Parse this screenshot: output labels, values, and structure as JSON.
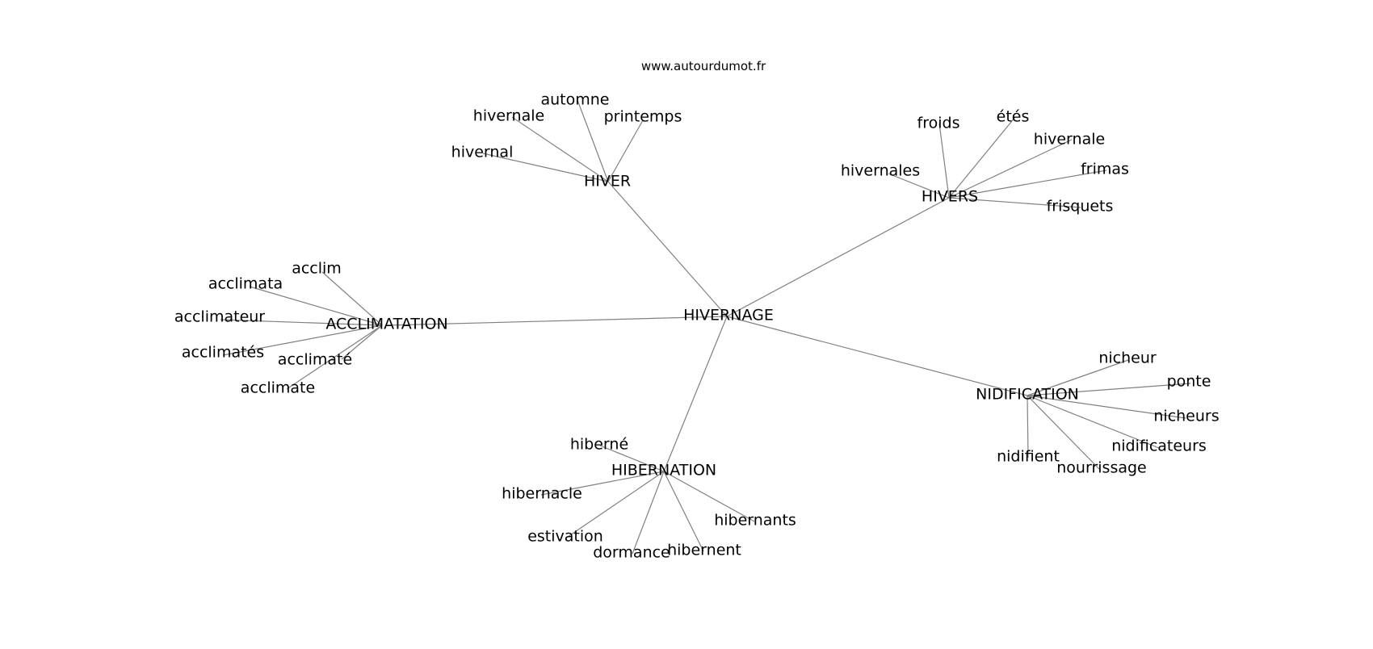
{
  "site": "www.autourdumot.fr",
  "center": "HIVERNAGE",
  "clusters": [
    {
      "hub": "HIVER",
      "words": [
        "automne",
        "hivernale",
        "printemps",
        "hivernal"
      ]
    },
    {
      "hub": "HIVERS",
      "words": [
        "froids",
        "étés",
        "hivernale",
        "hivernales",
        "frimas",
        "frisquets"
      ]
    },
    {
      "hub": "ACCLIMATATION",
      "words": [
        "acclim",
        "acclimata",
        "acclimateur",
        "acclimatés",
        "acclimaté",
        "acclimate"
      ]
    },
    {
      "hub": "NIDIFICATION",
      "words": [
        "nicheur",
        "ponte",
        "nicheurs",
        "nidificateurs",
        "nidifient",
        "nourrissage"
      ]
    },
    {
      "hub": "HIBERNATION",
      "words": [
        "hiberné",
        "hibernacle",
        "estivation",
        "dormance",
        "hibernent",
        "hibernants"
      ]
    }
  ],
  "colors": {
    "edge": "#808080",
    "text": "#000000",
    "background": "#ffffff"
  }
}
